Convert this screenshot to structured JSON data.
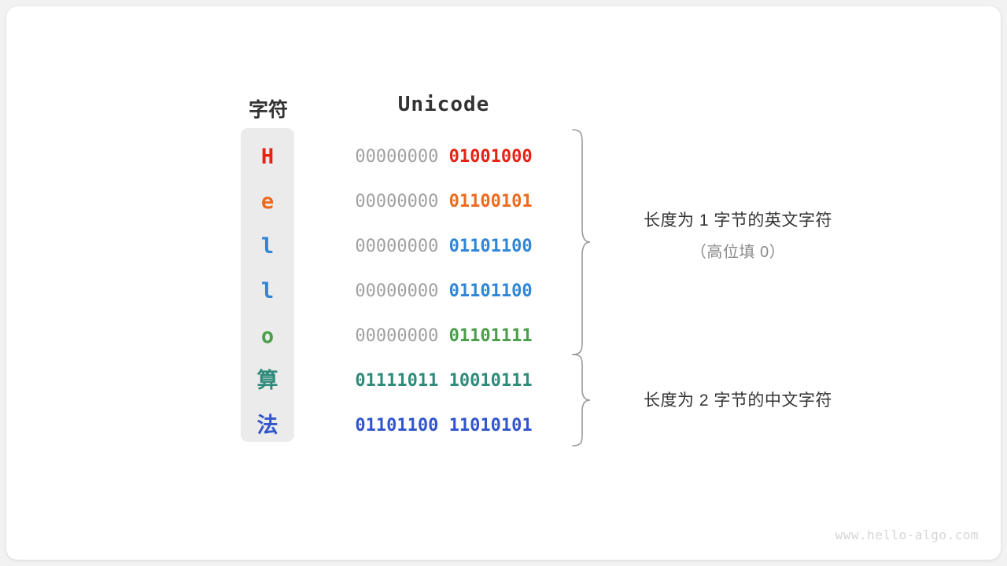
{
  "headers": {
    "character": "字符",
    "unicode": "Unicode"
  },
  "rows": [
    {
      "char": "H",
      "script": "latin",
      "color": "#e42313",
      "high": "00000000",
      "low": "01001000"
    },
    {
      "char": "e",
      "script": "latin",
      "color": "#ec6b1e",
      "high": "00000000",
      "low": "01100101"
    },
    {
      "char": "l",
      "script": "latin",
      "color": "#2e86d8",
      "high": "00000000",
      "low": "01101100"
    },
    {
      "char": "l",
      "script": "latin",
      "color": "#2e86d8",
      "high": "00000000",
      "low": "01101100"
    },
    {
      "char": "o",
      "script": "latin",
      "color": "#4a9e4a",
      "high": "00000000",
      "low": "01101111"
    },
    {
      "char": "算",
      "script": "cjk",
      "color": "#2e8b7a",
      "high": "",
      "low": "01111011 10010111"
    },
    {
      "char": "法",
      "script": "cjk",
      "color": "#3355cc",
      "high": "",
      "low": "01101100 11010101"
    }
  ],
  "annotations": {
    "ascii": {
      "main": "长度为 1 字节的英文字符",
      "sub": "（高位填 0）"
    },
    "cjk": {
      "main": "长度为 2 字节的中文字符",
      "sub": ""
    }
  },
  "watermark": "www.hello-algo.com",
  "colors": {
    "card_background": "#ffffff",
    "page_background": "#f2f2f2",
    "column_background": "#ebebeb",
    "high_bits": "#a0a0a0",
    "heading": "#333333",
    "annotation_sub": "#8a8a8a",
    "brace": "#9a9a9a",
    "watermark": "#d5d5d5"
  }
}
